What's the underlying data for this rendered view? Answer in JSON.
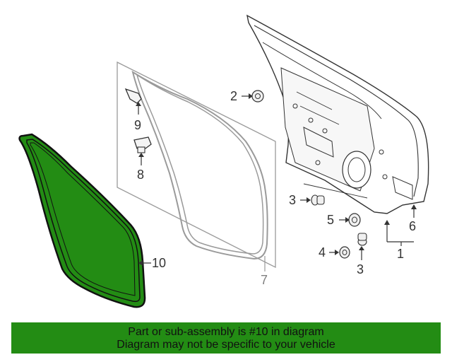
{
  "callouts": {
    "c1": "1",
    "c2": "2",
    "c3a": "3",
    "c3b": "3",
    "c4": "4",
    "c5": "5",
    "c6": "6",
    "c7": "7",
    "c8": "8",
    "c9": "9",
    "c10": "10"
  },
  "highlight_color": "#238c14",
  "banner": {
    "line1": "Part or sub-assembly is #10 in diagram",
    "line2": "Diagram may not be specific to your vehicle"
  }
}
